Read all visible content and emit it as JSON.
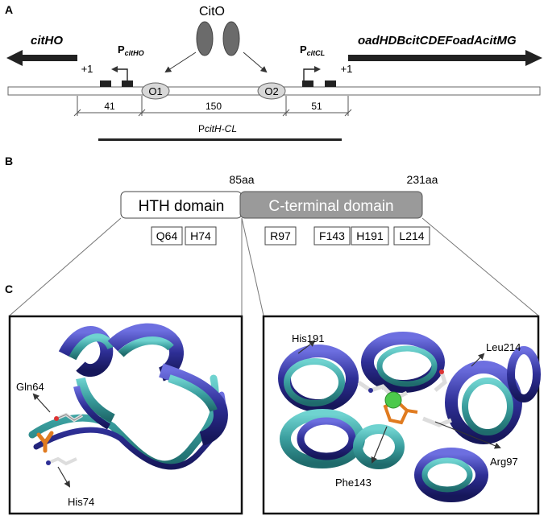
{
  "panels": {
    "a": "A",
    "b": "B",
    "c": "C"
  },
  "panel_a": {
    "regulator": "CitO",
    "gene_left": "citHO",
    "gene_right": "oadHDBcitCDEFoadAcitMG",
    "promoter_left": {
      "main": "P",
      "sub": "citHO"
    },
    "promoter_right": {
      "main": "P",
      "sub": "citCL"
    },
    "tss_left": "+1",
    "tss_right": "+1",
    "operator_1": "O1",
    "operator_2": "O2",
    "dist_left": "41",
    "dist_mid": "150",
    "dist_right": "51",
    "region": {
      "main": "P",
      "italic": "citH-CL"
    }
  },
  "panel_b": {
    "pos_85": "85aa",
    "pos_231": "231aa",
    "hth_domain": "HTH domain",
    "c_domain": "C-terminal domain",
    "residues_hth": [
      "Q64",
      "H74"
    ],
    "residues_c": [
      "R97",
      "F143",
      "H191",
      "L214"
    ]
  },
  "panel_c": {
    "left_labels": {
      "gln": "Gln64",
      "his": "His74"
    },
    "right_labels": {
      "his": "His191",
      "leu": "Leu214",
      "arg": "Arg97",
      "phe": "Phe143"
    }
  },
  "colors": {
    "structure_dark": "#2e2f96",
    "structure_teal": "#3a9e9e",
    "ligand": "#e07b20",
    "metal": "#4cc94c",
    "hth_fill": "#ffffff",
    "c_fill": "#9a9a9a"
  }
}
